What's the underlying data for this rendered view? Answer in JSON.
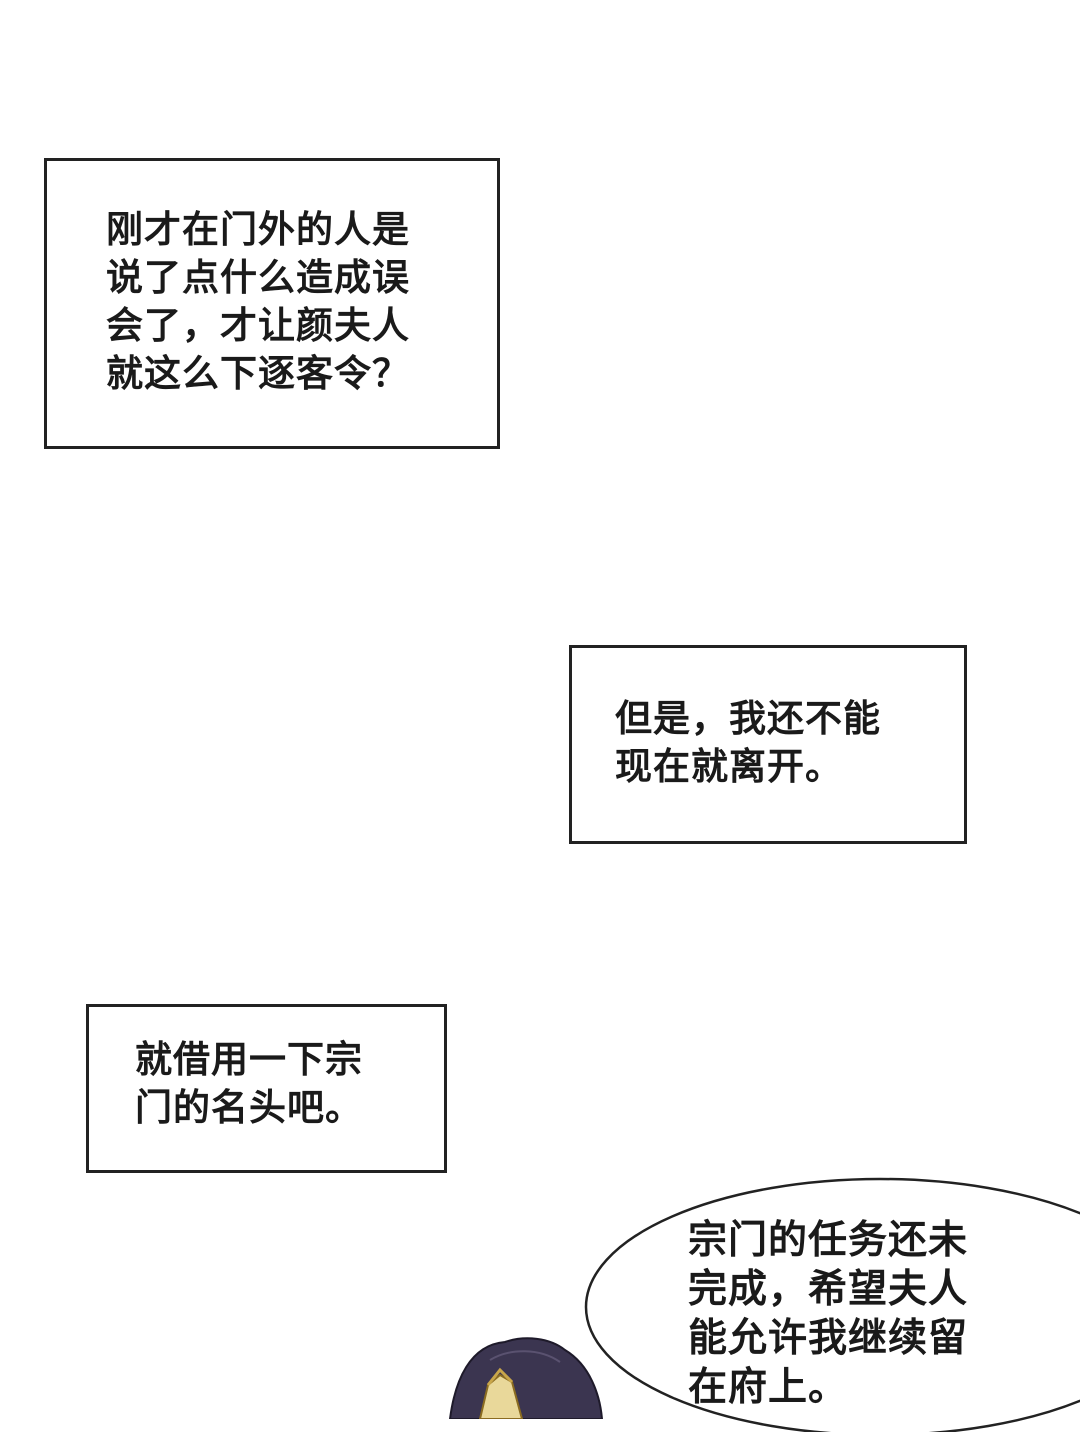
{
  "panels": [
    {
      "lines": [
        "刚才在门外的人是",
        "说了点什么造成误",
        "会了，才让颜夫人",
        "就这么下逐客令？"
      ]
    },
    {
      "lines": [
        "但是，我还不能",
        "现在就离开。"
      ]
    },
    {
      "lines": [
        "就借用一下宗",
        "门的名头吧。"
      ]
    }
  ],
  "speech_bubble": {
    "lines": [
      "宗门的任务还未",
      "完成，希望夫人",
      "能允许我继续留",
      "在府上。"
    ]
  },
  "colors": {
    "hair": "#3b3550",
    "ornament": "#c9a64a",
    "border": "#222222"
  }
}
